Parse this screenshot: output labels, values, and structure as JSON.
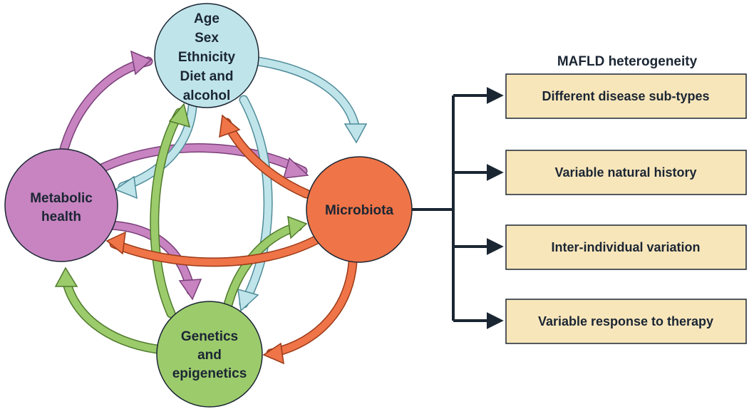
{
  "factors": {
    "demographics_lines": [
      "Age",
      "Sex",
      "Ethnicity",
      "Diet and",
      "alcohol"
    ],
    "metabolic_lines": [
      "Metabolic",
      "health"
    ],
    "microbiota_lines": [
      "Microbiota"
    ],
    "genetics_lines": [
      "Genetics",
      "and",
      "epigenetics"
    ]
  },
  "heterogeneity": {
    "title": "MAFLD heterogeneity",
    "items": [
      "Different disease sub-types",
      "Variable natural history",
      "Inter-individual variation",
      "Variable response to therapy"
    ]
  },
  "colors": {
    "demographics": "#bfe4ea",
    "metabolic": "#c784c1",
    "microbiota": "#ef7448",
    "genetics": "#9ccb6c",
    "box_fill": "#f8e6bb",
    "ink": "#1b2633"
  }
}
